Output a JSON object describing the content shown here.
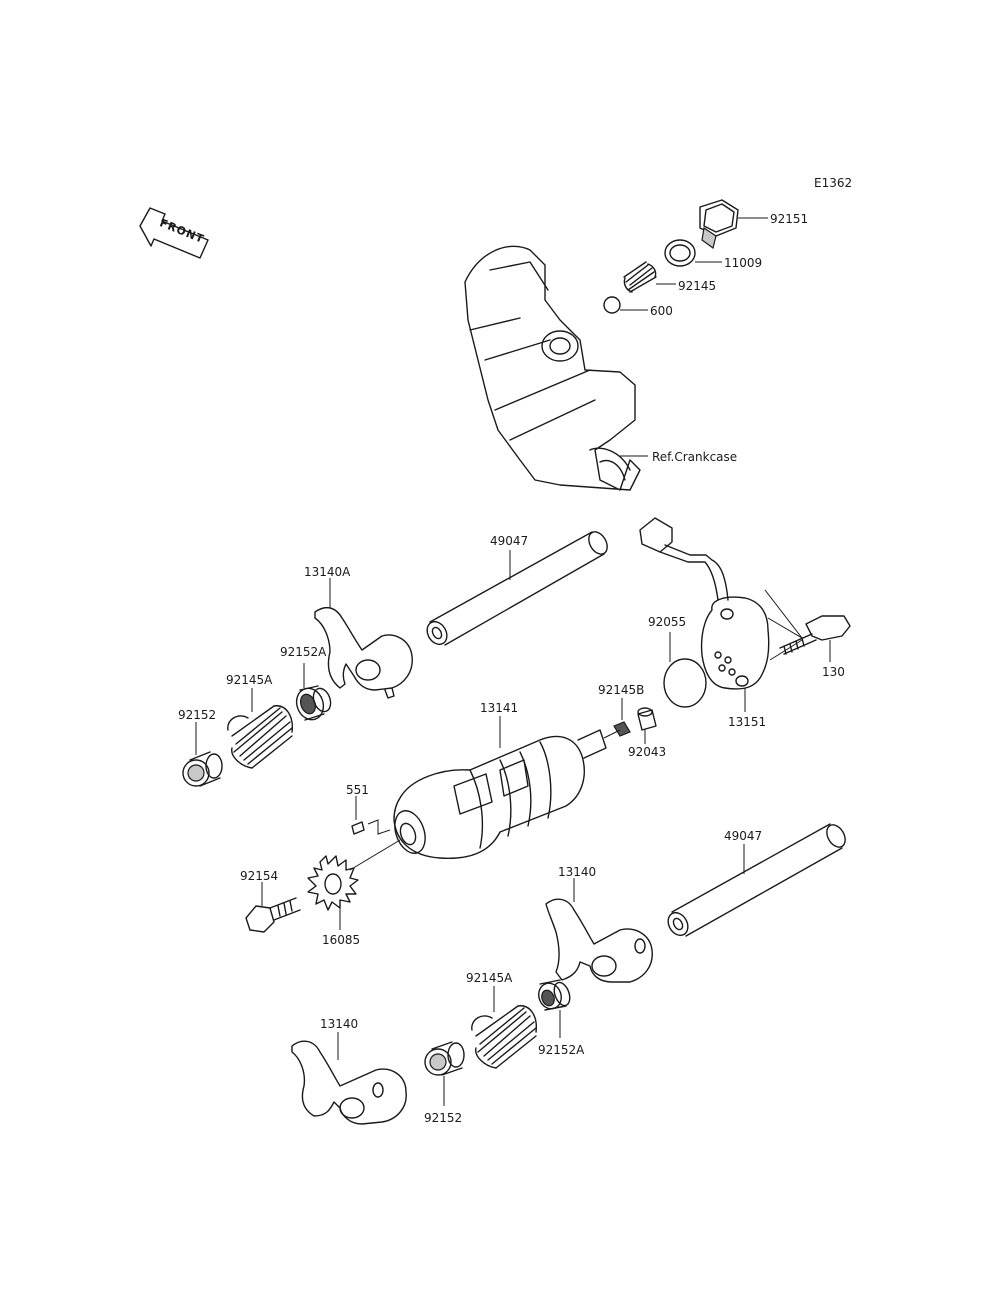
{
  "diagram_id": "E1362",
  "front_marker": "FRONT",
  "ref_label": "Ref.Crankcase",
  "parts": {
    "p92151": "92151",
    "p11009": "11009",
    "p92145_top": "92145",
    "p600": "600",
    "p49047_top": "49047",
    "p13140A": "13140A",
    "p92055": "92055",
    "p92152A_top": "92152A",
    "p92145A_top": "92145A",
    "p92152_left": "92152",
    "p130": "130",
    "p13151": "13151",
    "p92145B": "92145B",
    "p13141": "13141",
    "p92043": "92043",
    "p551": "551",
    "p49047_bottom": "49047",
    "p92154": "92154",
    "p13140_mid": "13140",
    "p16085": "16085",
    "p92145A_bottom": "92145A",
    "p13140_bottom": "13140",
    "p92152A_bottom": "92152A",
    "p92152_bottom": "92152"
  }
}
